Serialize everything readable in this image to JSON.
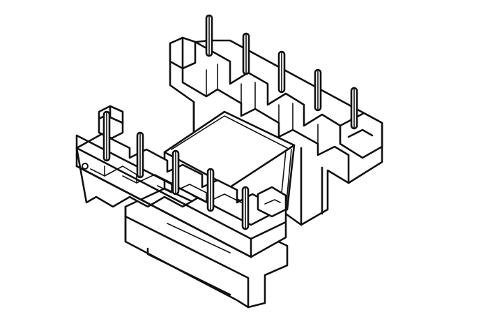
{
  "figure": {
    "subject": "transformer-bobbin-line-drawing",
    "background_color": "#ffffff",
    "line_color": "#111111",
    "front_pin_count": 5,
    "rear_pin_count": 5
  }
}
